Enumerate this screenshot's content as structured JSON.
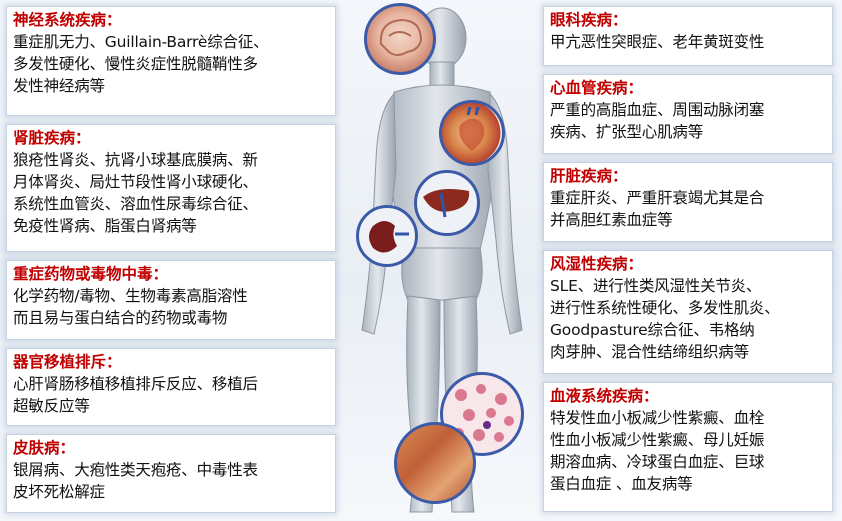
{
  "left_boxes": [
    {
      "title": "神经系统疾病：",
      "lines": [
        "重症肌无力、Guillain-Barrè综合征、",
        "多发性硬化、慢性炎症性脱髓鞘性多",
        "发性神经病等"
      ]
    },
    {
      "title": "肾脏疾病：",
      "lines": [
        "狼疮性肾炎、抗肾小球基底膜病、新",
        "月体肾炎、局灶节段性肾小球硬化、",
        "系统性血管炎、溶血性尿毒综合征、",
        "免疫性肾病、脂蛋白肾病等"
      ]
    },
    {
      "title": "重症药物或毒物中毒：",
      "lines": [
        "化学药物/毒物、生物毒素高脂溶性",
        "而且易与蛋白结合的药物或毒物"
      ]
    },
    {
      "title": "器官移植排斥：",
      "lines": [
        "心肝肾肠移植移植排斥反应、移植后",
        "超敏反应等"
      ]
    },
    {
      "title": "皮肤病：",
      "lines": [
        "银屑病、大疱性类天疱疮、中毒性表",
        "皮坏死松解症"
      ]
    }
  ],
  "right_boxes": [
    {
      "title": "眼科疾病：",
      "lines": [
        "甲亢恶性突眼症、老年黄斑变性"
      ]
    },
    {
      "title": "心血管疾病：",
      "lines": [
        "严重的高脂血症、周围动脉闭塞",
        "疾病、扩张型心肌病等"
      ]
    },
    {
      "title": "肝脏疾病：",
      "lines": [
        "重症肝炎、严重肝衰竭尤其是合",
        "并高胆红素血症等"
      ]
    },
    {
      "title": "风湿性疾病：",
      "lines": [
        "SLE、进行性类风湿性关节炎、",
        "进行性系统性硬化、多发性肌炎、",
        "Goodpasture综合征、韦格纳",
        "肉芽肿、混合性结缔组织病等"
      ]
    },
    {
      "title": "血液系统疾病：",
      "lines": [
        "特发性血小板减少性紫癜、血栓",
        "性血小板减少性紫癜、母儿妊娠",
        "期溶血病、冷球蛋白血症、巨球",
        "蛋白血症 、血友病等"
      ]
    }
  ],
  "organs": [
    "brain-icon",
    "heart-icon",
    "liver-icon",
    "kidney-icon",
    "blood-cells-icon",
    "skin-icon"
  ],
  "colors": {
    "title": "#c00000",
    "ring": "#3b5aa8",
    "border": "#c7d2e3"
  }
}
